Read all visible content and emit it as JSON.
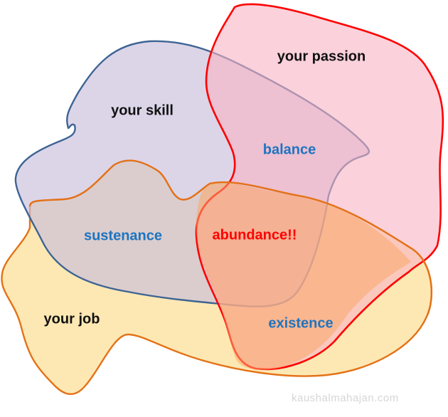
{
  "diagram": {
    "type": "venn-blob",
    "sets": [
      {
        "id": "skill",
        "label": "your skill",
        "fill": "#c9bfdb",
        "stroke": "#3d6494"
      },
      {
        "id": "passion",
        "label": "your passion",
        "fill": "#f9b3c3",
        "stroke": "#ff1a1a"
      },
      {
        "id": "job",
        "label": "your job",
        "fill": "#fde4a6",
        "stroke": "#e57a1e"
      },
      {
        "id": "money",
        "label": "",
        "fill": "#f9b27a",
        "stroke": "#ff4a12"
      }
    ],
    "labels": {
      "passion": "your passion",
      "skill": "your skill",
      "balance": "balance",
      "sustenance": "sustenance",
      "abundance": "abundance!!",
      "job": "your job",
      "existence": "existence"
    },
    "watermark": "kaushalmahajan.com"
  }
}
